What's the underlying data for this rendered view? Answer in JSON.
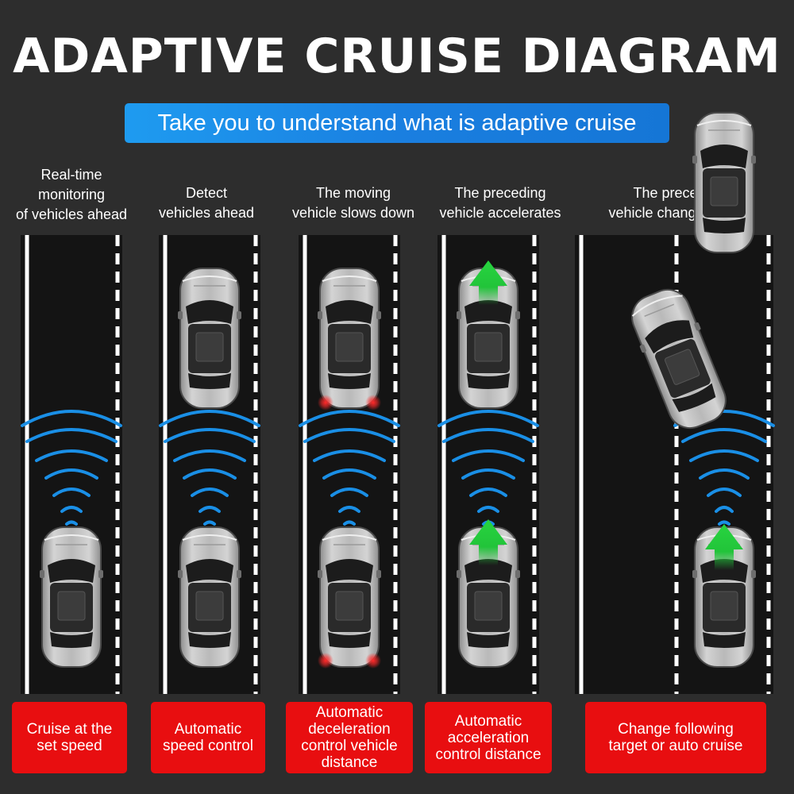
{
  "title": "ADAPTIVE CRUISE DIAGRAM",
  "subtitle": "Take you to understand what is adaptive cruise",
  "columns": [
    {
      "label": "Real-time\nmonitoring\nof vehicles ahead",
      "caption": "Cruise at the\nset speed"
    },
    {
      "label": "Detect\nvehicles ahead",
      "caption": "Automatic\nspeed control"
    },
    {
      "label": "The moving\nvehicle slows down",
      "caption": "Automatic\ndeceleration\ncontrol vehicle\ndistance"
    },
    {
      "label": "The preceding\nvehicle accelerates",
      "caption": "Automatic\nacceleration\ncontrol distance"
    },
    {
      "label": "The preceding\nvehicle changes lanes",
      "caption": "Change following\ntarget or auto cruise"
    }
  ],
  "colors": {
    "background": "#2d2d2d",
    "road": "#141414",
    "subtitle_bg": "#1a86e4",
    "caption_bg": "#e80e10",
    "radar": "#1a8fe6",
    "accel_arrow": "#22c43a",
    "brake_light": "#ff2a2a"
  }
}
